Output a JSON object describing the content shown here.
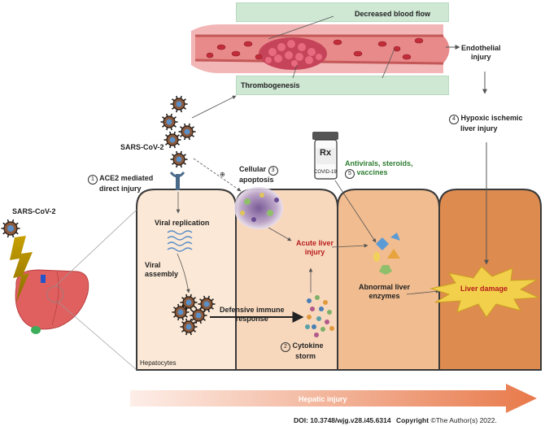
{
  "blood_vessel": {
    "top_label": "Decreased blood flow",
    "bottom_label": "Thrombogenesis",
    "side_label_line1": "Endothelial",
    "side_label_line2": "injury"
  },
  "virus": {
    "label_upper": "SARS-CoV-2",
    "label_left": "SARS-CoV-2"
  },
  "pathway_1": {
    "number": "1",
    "line1": "ACE2 mediated",
    "line2": "direct injury"
  },
  "pathway_2": {
    "number": "2",
    "line1": "Cytokine",
    "line2": "storm"
  },
  "pathway_3": {
    "number": "3",
    "line1": "Cellular",
    "line2": "apoptosis"
  },
  "pathway_4": {
    "number": "4",
    "line1": "Hypoxic ischemic",
    "line2": "liver injury"
  },
  "pathway_5": {
    "number": "5",
    "line1": "Antivirals, steroids,",
    "line2": "vaccines",
    "color": "#2e7d32"
  },
  "small_marker": "⊕",
  "drug_bottle": {
    "rx": "Rx",
    "text": "COVID-19"
  },
  "cell1": {
    "viral_replication": "Viral replication",
    "viral_assembly_line1": "Viral",
    "viral_assembly_line2": "assembly",
    "hepatocytes": "Hepatocytes"
  },
  "cell2": {
    "acute_line1": "Acute liver",
    "acute_line2": "injury",
    "acute_color": "#b71c1c",
    "defense_line1": "Defensive immune",
    "defense_line2": "response"
  },
  "cell3": {
    "abnormal_line1": "Abnormal liver",
    "abnormal_line2": "enzymes"
  },
  "cell4": {
    "liver_damage": "Liver damage",
    "liver_damage_color": "#b71c1c"
  },
  "bottom_arrow": {
    "label": "Hepatic injury"
  },
  "footer": {
    "doi": "DOI: 10.3748/wjg.v28.i45.6314",
    "copyright_bold": "Copyright",
    "copyright_rest": "©The Author(s) 2022."
  },
  "colors": {
    "cell1": "#fbe8d6",
    "cell2": "#f8d8bd",
    "cell3": "#f1bc8f",
    "cell4": "#de8b4f",
    "vessel": "#e98a8a",
    "banner": "#cfe8d4",
    "arrow_start": "#fbe3dc",
    "arrow_end": "#e8794a"
  }
}
